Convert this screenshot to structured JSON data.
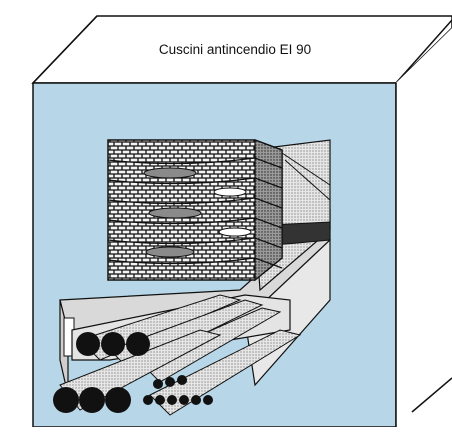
{
  "caption": "Cuscini antincendio EI 90",
  "colors": {
    "wall_face": "#b7d7e8",
    "line": "#111111",
    "cushion_light": "#f2f2f2",
    "cushion_shadow": "#8a8a8a",
    "tray": "#d9d9d9",
    "cable_dark": "#111111"
  },
  "icons": [
    "fire-cushion-stack-illustration",
    "cable-tray-illustration",
    "cable-bundle-illustration"
  ]
}
